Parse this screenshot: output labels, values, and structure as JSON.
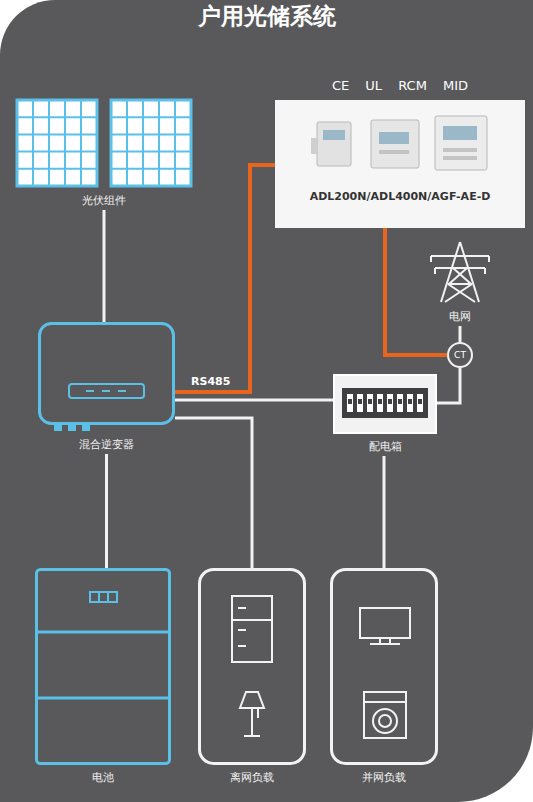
{
  "diagram": {
    "title": "户用光储系统",
    "nodes": [
      {
        "text": [
          "光伏组件"
        ]
      },
      {
        "text": [
          "CE UL RCM MID",
          "ADL200N/ADL400N/AGF-AE-D"
        ]
      },
      {
        "text": [
          "电网"
        ]
      },
      {
        "text": [
          "混合逆变器"
        ]
      },
      {
        "text": [
          "CT"
        ]
      },
      {
        "text": [
          "配电箱"
        ]
      },
      {
        "text": [
          "电池"
        ]
      },
      {
        "text": [
          "离网负载"
        ]
      },
      {
        "text": [
          "并网负载"
        ]
      }
    ],
    "edges": [
      {
        "from": 0,
        "to": 3,
        "arrow": "none"
      },
      {
        "from": 3,
        "to": 1,
        "label": "RS485",
        "arrow": "none"
      },
      {
        "from": 1,
        "to": 4,
        "arrow": "none"
      },
      {
        "from": 4,
        "to": 2,
        "arrow": "none"
      },
      {
        "from": 3,
        "to": 5,
        "arrow": "none"
      },
      {
        "from": 5,
        "to": 4,
        "arrow": "none"
      },
      {
        "from": 3,
        "to": 6,
        "arrow": "none"
      },
      {
        "from": 3,
        "to": 7,
        "arrow": "none"
      },
      {
        "from": 5,
        "to": 8,
        "arrow": "none"
      }
    ]
  }
}
